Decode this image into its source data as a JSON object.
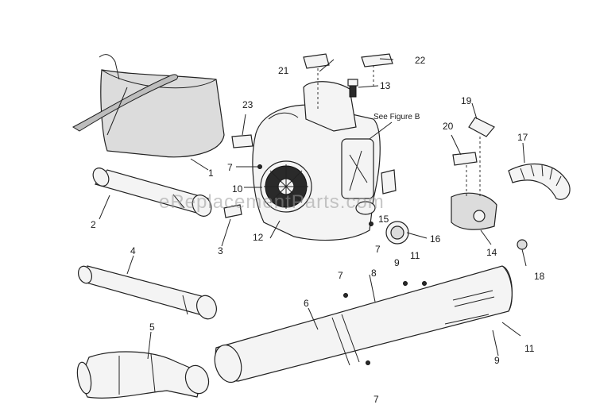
{
  "watermark": "eReplacementParts.com",
  "callouts": {
    "p1": "1",
    "p2": "2",
    "p3": "3",
    "p4": "4",
    "p5": "5",
    "p6": "6",
    "p7a": "7",
    "p7b": "7",
    "p7c": "7",
    "p7d": "7",
    "p8": "8",
    "p9a": "9",
    "p9b": "9",
    "p10": "10",
    "p11a": "11",
    "p11b": "11",
    "p12": "12",
    "p13": "13",
    "p14": "14",
    "p15": "15",
    "p16": "16",
    "p17": "17",
    "p18": "18",
    "p19": "19",
    "p20": "20",
    "p21": "21",
    "p22": "22",
    "p23": "23",
    "see_figure": "See Figure B"
  }
}
